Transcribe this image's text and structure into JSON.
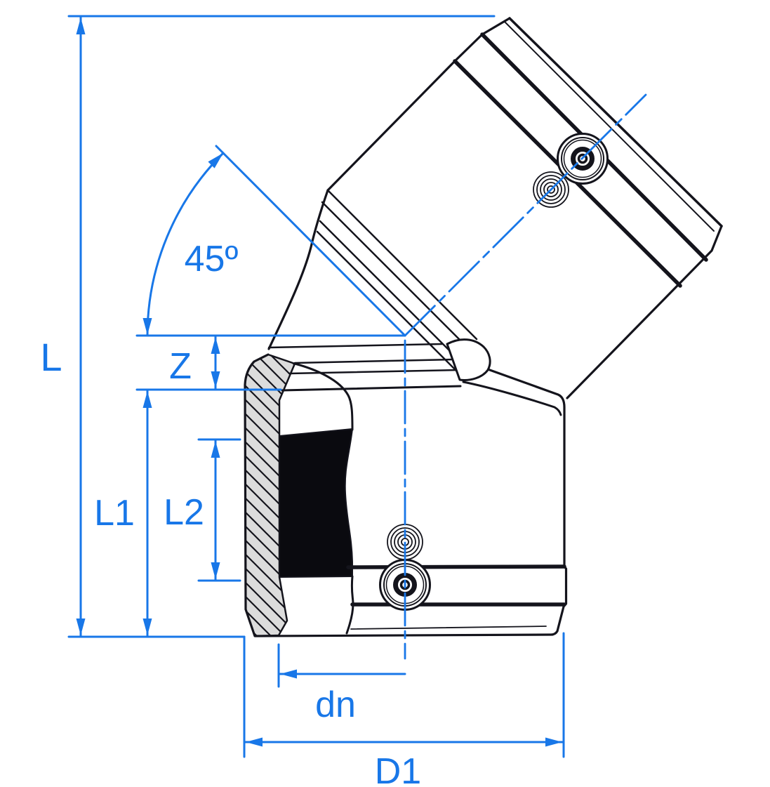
{
  "meta": {
    "title": "45 degree electrofusion elbow fitting - dimensioned technical drawing"
  },
  "labels": {
    "overall_height": "L",
    "offset": "Z",
    "socket_length": "L1",
    "fusion_zone_length": "L2",
    "pipe_diameter": "dn",
    "body_width": "D1",
    "angle": "45º"
  },
  "colors": {
    "dimension_blue": "#1877E8",
    "line_black": "#14141C",
    "section_gray": "#DCDCDC",
    "bore_black": "#0A0A0F",
    "background": "#FFFFFF"
  }
}
